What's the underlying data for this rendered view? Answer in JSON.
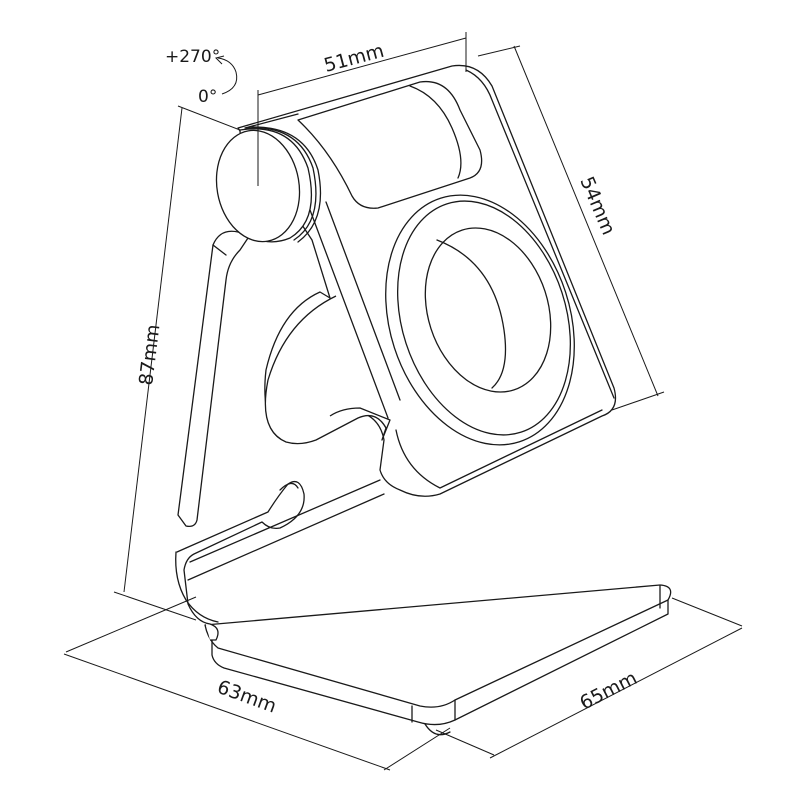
{
  "diagram": {
    "subject": "Foldable charging stand with round charging pad",
    "rotation": {
      "start_label": "0°",
      "end_label": "+270°",
      "icon": "rotate-arrow-icon"
    },
    "dimensions": {
      "top_width": "51mm",
      "pad_height": "54mm",
      "total_height": "87mm",
      "base_width": "63mm",
      "base_depth": "65mm"
    },
    "colors": {
      "stroke": "#1a1a1a",
      "background": "#ffffff"
    }
  }
}
